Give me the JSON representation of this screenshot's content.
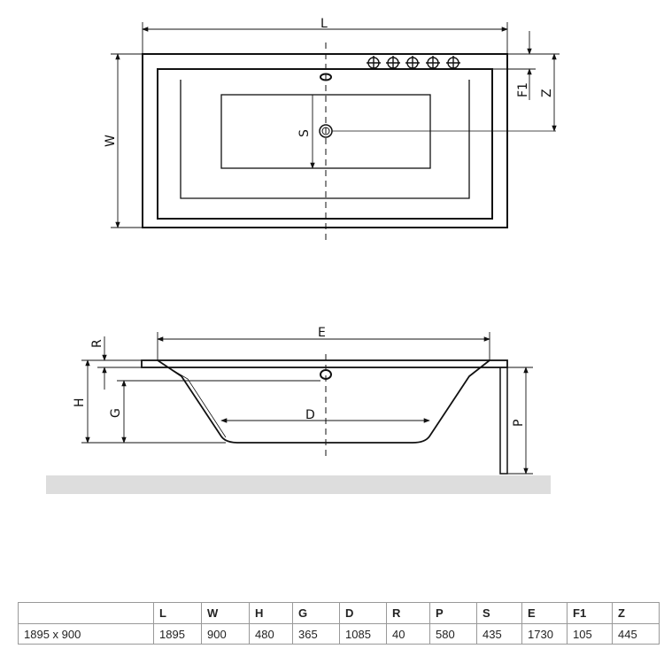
{
  "diagram": {
    "labels": {
      "L": "L",
      "W": "W",
      "S": "S",
      "F1": "F1",
      "Z": "Z",
      "E": "E",
      "R": "R",
      "H": "H",
      "G": "G",
      "D": "D",
      "P": "P"
    }
  },
  "table": {
    "headers": [
      "",
      "L",
      "W",
      "H",
      "G",
      "D",
      "R",
      "P",
      "S",
      "E",
      "F1",
      "Z"
    ],
    "rows": [
      [
        "1895 x 900",
        "1895",
        "900",
        "480",
        "365",
        "1085",
        "40",
        "580",
        "435",
        "1730",
        "105",
        "445"
      ]
    ]
  }
}
